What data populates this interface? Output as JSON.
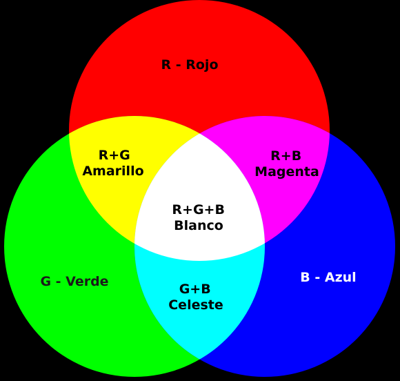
{
  "background": "#000000",
  "circles": {
    "red": {
      "color": "#ff0000"
    },
    "green": {
      "color": "#00ff00"
    },
    "blue": {
      "color": "#0000ff"
    }
  },
  "overlaps": {
    "red_green": {
      "color": "#ffff00"
    },
    "red_blue": {
      "color": "#ff00ff"
    },
    "green_blue": {
      "color": "#00ffff"
    },
    "all": {
      "color": "#ffffff"
    }
  },
  "labels": {
    "red": {
      "line1": "R - Rojo",
      "color": "#000000"
    },
    "green": {
      "line1": "G - Verde",
      "color": "#1a1a1a"
    },
    "blue": {
      "line1": "B - Azul",
      "color": "#ffffff"
    },
    "red_green": {
      "line1": "R+G",
      "line2": "Amarillo",
      "color": "#000000"
    },
    "red_blue": {
      "line1": "R+B",
      "line2": "Magenta",
      "color": "#000000"
    },
    "green_blue": {
      "line1": "G+B",
      "line2": "Celeste",
      "color": "#000000"
    },
    "all": {
      "line1": "R+G+B",
      "line2": "Blanco",
      "color": "#000000"
    }
  }
}
